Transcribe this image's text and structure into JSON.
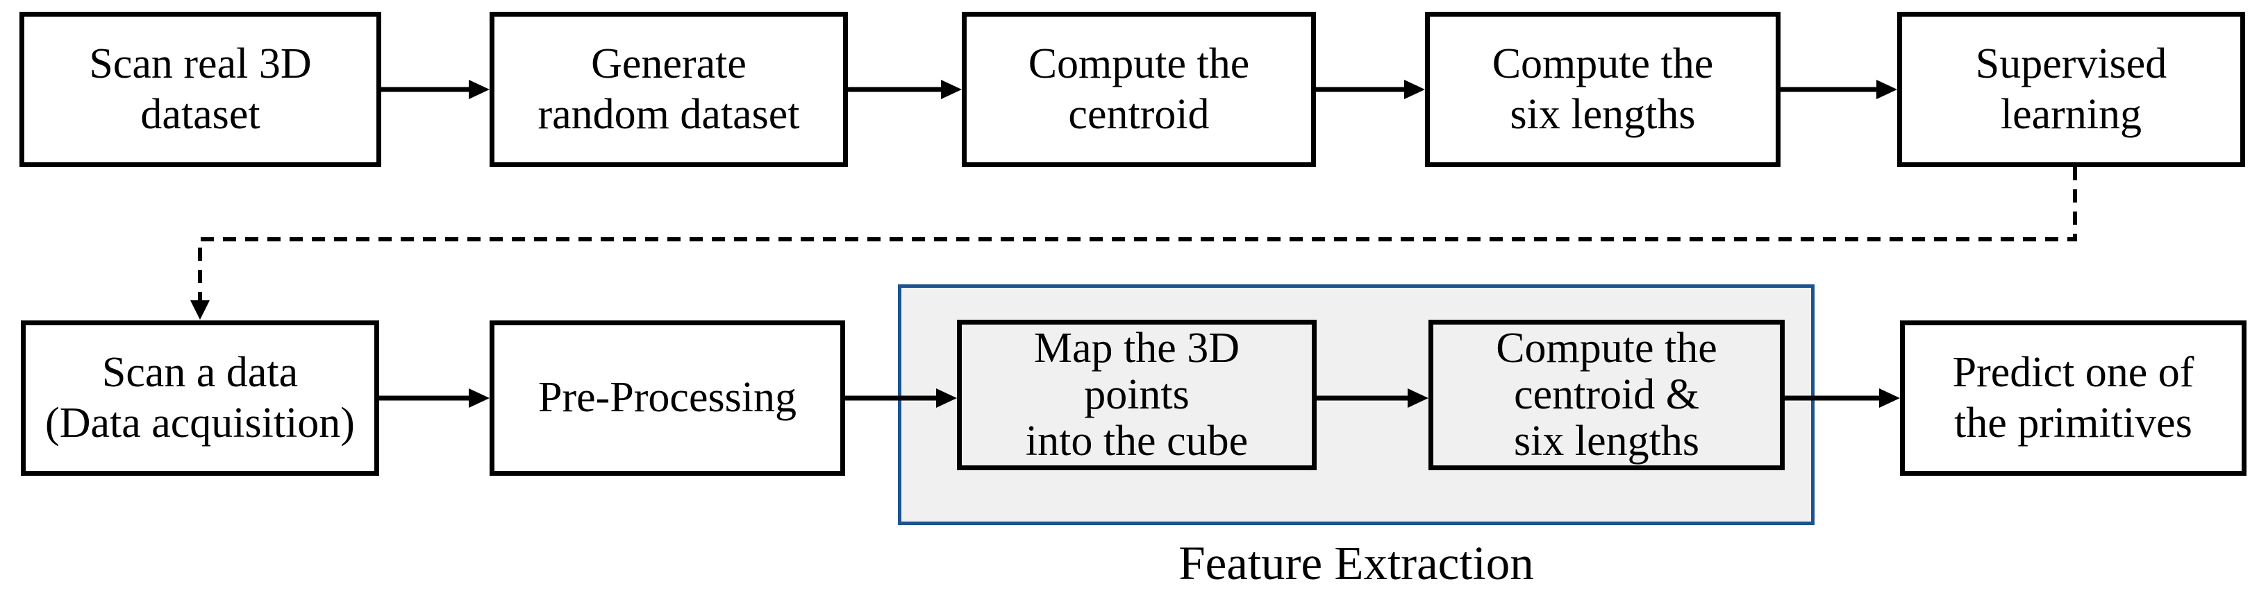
{
  "colors": {
    "ink": "#000000",
    "box_fill": "#ffffff",
    "group_fill": "#f0f0f0",
    "group_border": "#1b5490",
    "canvas_bg": "#ffffff"
  },
  "top_row": [
    {
      "id": "scan-real-3d-dataset",
      "lines": [
        "Scan real 3D",
        "dataset"
      ]
    },
    {
      "id": "generate-random-dataset",
      "lines": [
        "Generate",
        "random dataset"
      ]
    },
    {
      "id": "compute-centroid",
      "lines": [
        "Compute the",
        "centroid"
      ]
    },
    {
      "id": "compute-six-lengths",
      "lines": [
        "Compute the",
        "six lengths"
      ]
    },
    {
      "id": "supervised-learning",
      "lines": [
        "Supervised",
        "learning"
      ]
    }
  ],
  "bottom_row": [
    {
      "id": "scan-a-data",
      "lines": [
        "Scan a data",
        "(Data acquisition)"
      ]
    },
    {
      "id": "pre-processing",
      "lines": [
        "Pre-Processing"
      ]
    },
    {
      "id": "map-3d-points-into-cube",
      "lines": [
        "Map the 3D",
        "points",
        "into the cube"
      ]
    },
    {
      "id": "compute-centroid-six-lengths",
      "lines": [
        "Compute the",
        "centroid &",
        "six lengths"
      ]
    },
    {
      "id": "predict-one-of-primitives",
      "lines": [
        "Predict one of",
        "the primitives"
      ]
    }
  ],
  "group": {
    "label": "Feature Extraction"
  }
}
